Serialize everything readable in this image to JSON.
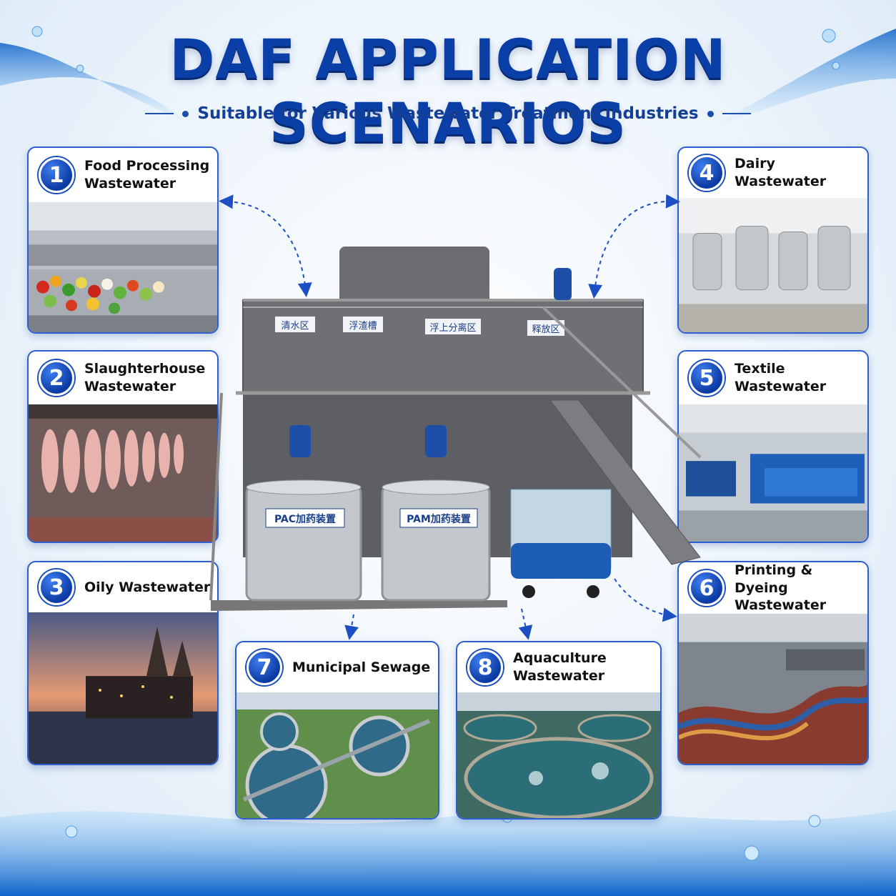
{
  "header": {
    "title": "DAF APPLICATION SCENARIOS",
    "subtitle": "Suitable for Various Wastewater Treatment Industries"
  },
  "scenarios": [
    {
      "number": "1",
      "label_line1": "Food Processing",
      "label_line2": "Wastewater"
    },
    {
      "number": "2",
      "label_line1": "Slaughterhouse",
      "label_line2": "Wastewater"
    },
    {
      "number": "3",
      "label_line1": "Oily Wastewater",
      "label_line2": ""
    },
    {
      "number": "4",
      "label_line1": "Dairy Wastewater",
      "label_line2": ""
    },
    {
      "number": "5",
      "label_line1": "Textile Wastewater",
      "label_line2": ""
    },
    {
      "number": "6",
      "label_line1": "Printing & Dyeing",
      "label_line2": "Wastewater"
    },
    {
      "number": "7",
      "label_line1": "Municipal Sewage",
      "label_line2": ""
    },
    {
      "number": "8",
      "label_line1": "Aquaculture Wastewater",
      "label_line2": ""
    }
  ],
  "machine": {
    "zone_labels": [
      "清水区",
      "浮渣槽",
      "浮上分离区",
      "释放区"
    ],
    "tank_pac": "PAC加药装置",
    "tank_pam": "PAM加药装置"
  },
  "colors": {
    "primary": "#0b3fa8",
    "accent": "#2b5fd0",
    "steel": "#6e7075"
  }
}
